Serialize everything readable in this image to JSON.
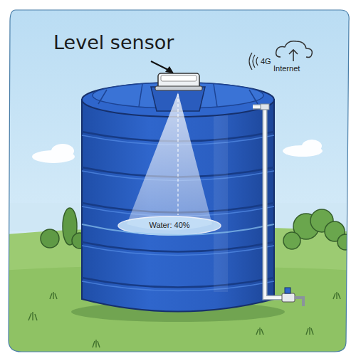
{
  "diagram": {
    "labels": [
      "Level sensor",
      "4G",
      "Internet",
      "Water: 40%"
    ]
  }
}
